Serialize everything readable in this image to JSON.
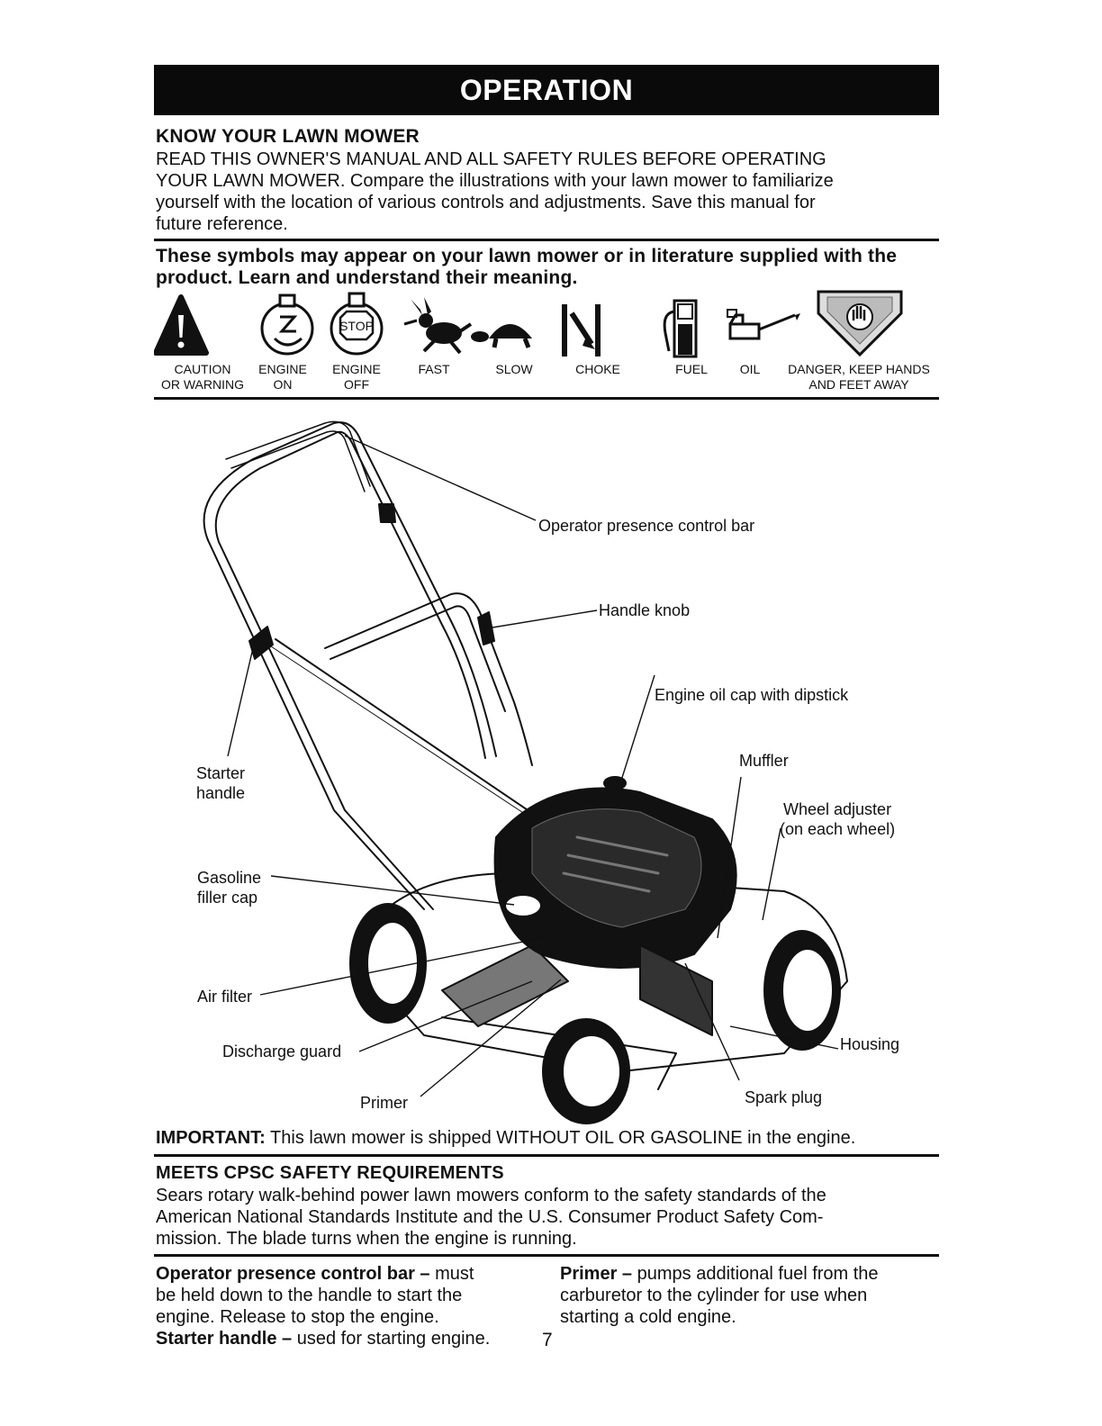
{
  "banner": "OPERATION",
  "know": {
    "heading": "KNOW YOUR LAWN MOWER",
    "lines": [
      "READ THIS OWNER'S MANUAL AND ALL SAFETY RULES BEFORE OPERATING",
      "YOUR LAWN MOWER.  Compare the illustrations with your lawn mower to familiarize",
      "yourself with the location of various controls and adjustments.  Save this manual for",
      "future reference."
    ]
  },
  "symbols": {
    "intro_lines": [
      "These symbols may appear on your lawn mower or in literature supplied with the",
      "product.  Learn and understand their meaning."
    ],
    "items": [
      {
        "label1": "CAUTION",
        "label2": "OR WARNING",
        "icon": "caution-warning-icon"
      },
      {
        "label1": "ENGINE",
        "label2": "ON",
        "icon": "engine-on-icon"
      },
      {
        "label1": "ENGINE",
        "label2": "OFF",
        "icon": "engine-off-icon",
        "icon_text": "STOP"
      },
      {
        "label1": "FAST",
        "label2": "",
        "icon": "rabbit-fast-icon"
      },
      {
        "label1": "SLOW",
        "label2": "",
        "icon": "turtle-slow-icon"
      },
      {
        "label1": "CHOKE",
        "label2": "",
        "icon": "choke-icon"
      },
      {
        "label1": "FUEL",
        "label2": "",
        "icon": "fuel-pump-icon"
      },
      {
        "label1": "OIL",
        "label2": "",
        "icon": "oil-can-icon"
      },
      {
        "label1": "DANGER, KEEP HANDS",
        "label2": "AND FEET AWAY",
        "icon": "keep-hands-away-icon"
      }
    ]
  },
  "diagram": {
    "callouts": {
      "operator_bar": "Operator presence control bar",
      "handle_knob": "Handle knob",
      "oil_cap": "Engine oil cap with dipstick",
      "muffler": "Muffler",
      "wheel_adjuster_1": "Wheel adjuster",
      "wheel_adjuster_2": "(on each wheel)",
      "starter_1": "Starter",
      "starter_2": "handle",
      "gas_1": "Gasoline",
      "gas_2": "filler cap",
      "air_filter": "Air filter",
      "discharge_guard": "Discharge guard",
      "housing": "Housing",
      "primer": "Primer",
      "spark_plug": "Spark plug"
    }
  },
  "important": {
    "label": "IMPORTANT:",
    "text": " This lawn mower is shipped WITHOUT OIL OR GASOLINE in the engine."
  },
  "cpsc": {
    "heading": "MEETS CPSC SAFETY REQUIREMENTS",
    "lines": [
      "Sears rotary walk-behind power lawn mowers conform to the safety standards of the",
      "American National Standards Institute and the U.S. Consumer Product Safety Com-",
      "mission.  The blade turns when the engine is running."
    ]
  },
  "definitions": {
    "left": {
      "term1": "Operator presence control bar –",
      "def1_line1": " must",
      "def1_line2": "be held down to the handle to start the",
      "def1_line3": "engine.  Release to stop the engine.",
      "term2": "Starter handle –",
      "def2": " used for starting engine."
    },
    "right": {
      "term": "Primer –",
      "line1": " pumps additional fuel from the",
      "line2": "carburetor to the cylinder for use when",
      "line3": "starting a cold engine."
    }
  },
  "page_number": "7"
}
